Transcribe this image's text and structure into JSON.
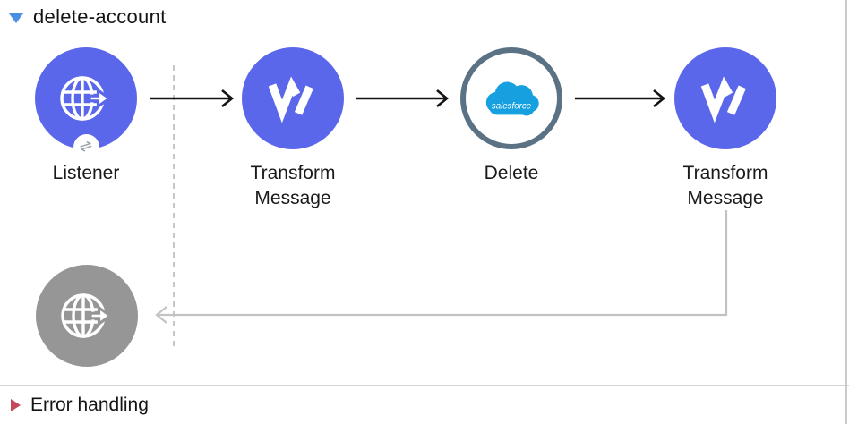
{
  "flow": {
    "title": "delete-account",
    "nodes": [
      {
        "id": "listener",
        "label": "Listener",
        "type": "http-listener"
      },
      {
        "id": "transform-1",
        "label_line1": "Transform",
        "label_line2": "Message",
        "type": "dataweave-transform"
      },
      {
        "id": "delete",
        "label": "Delete",
        "type": "salesforce-connector",
        "logo_text": "salesforce"
      },
      {
        "id": "transform-2",
        "label_line1": "Transform",
        "label_line2": "Message",
        "type": "dataweave-transform"
      },
      {
        "id": "response",
        "label": "",
        "type": "http-response"
      }
    ],
    "connections": [
      "listener -> transform-1",
      "transform-1 -> delete",
      "delete -> transform-2",
      "transform-2 -> response (return wire)"
    ]
  },
  "error_section": {
    "label": "Error handling"
  },
  "icons": {
    "response_badge_glyph": "⇌"
  },
  "colors": {
    "node_purple": "#5b67ea",
    "node_gray": "#969696",
    "salesforce_blue": "#17a0e0",
    "delete_ring": "#5a7284",
    "connector_black": "#141414",
    "connector_gray": "#c3c3c3",
    "dashed_guide": "#c7c7c7",
    "header_triangle_blue": "#4a90e2",
    "error_triangle_red": "#c4495c"
  }
}
